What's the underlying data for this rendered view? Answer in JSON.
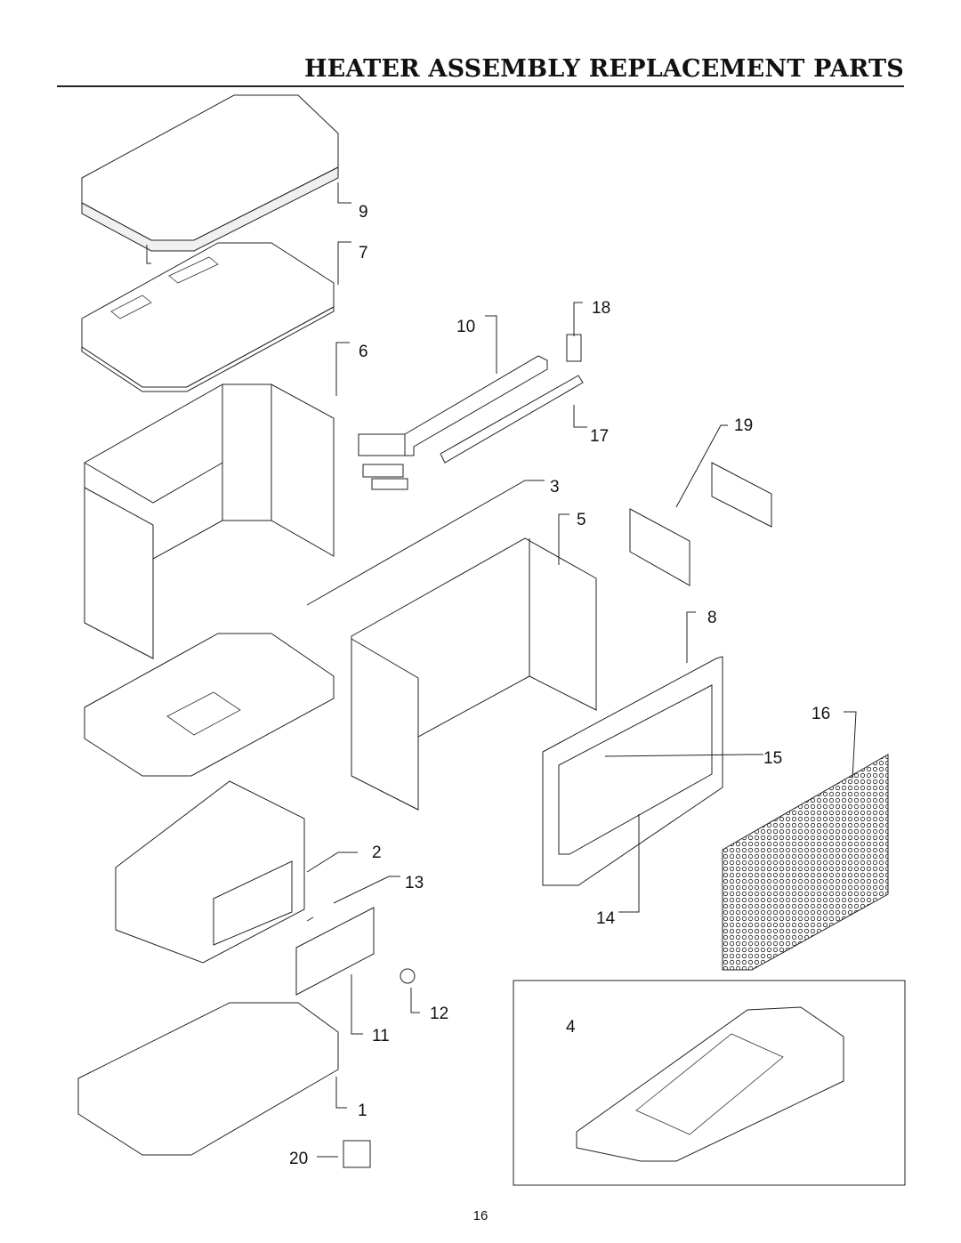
{
  "page": {
    "title": "HEATER ASSEMBLY REPLACEMENT PARTS",
    "page_number": "16"
  },
  "callouts": {
    "c1": "1",
    "c2": "2",
    "c3": "3",
    "c4": "4",
    "c5": "5",
    "c6": "6",
    "c7": "7",
    "c8": "8",
    "c9": "9",
    "c10": "10",
    "c11": "11",
    "c12": "12",
    "c13": "13",
    "c14": "14",
    "c15": "15",
    "c16": "16",
    "c17": "17",
    "c18": "18",
    "c19": "19",
    "c20": "20"
  }
}
